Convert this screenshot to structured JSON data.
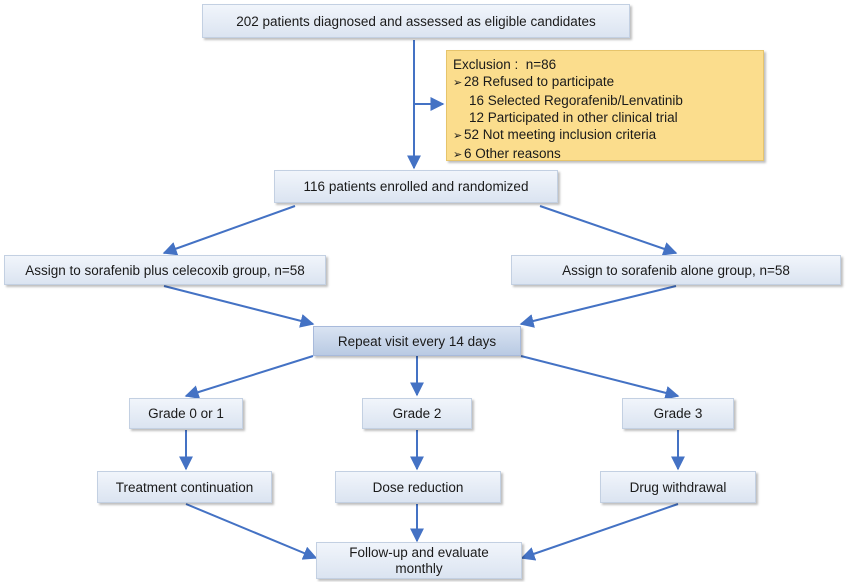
{
  "boxes": {
    "eligible": "202 patients diagnosed and assessed as eligible candidates",
    "enrolled": "116 patients enrolled and randomized",
    "combo_group": "Assign to sorafenib plus celecoxib group, n=58",
    "alone_group": "Assign to sorafenib alone group, n=58",
    "repeat_visit": "Repeat visit every 14 days",
    "grade01": "Grade 0 or 1",
    "grade2": "Grade 2",
    "grade3": "Grade 3",
    "continuation": "Treatment continuation",
    "dose_reduction": "Dose reduction",
    "withdrawal": "Drug withdrawal",
    "followup": "Follow-up and evaluate monthly"
  },
  "exclusion": {
    "title": "Exclusion :  n=86",
    "bullet_glyph": "➢",
    "items": [
      "28 Refused to participate",
      "16 Selected Regorafenib/Lenvatinib",
      "12 Participated in other clinical trial",
      "52 Not meeting inclusion criteria",
      "6 Other reasons"
    ]
  },
  "colors": {
    "arrow": "#4472c4",
    "box_fill": "#dbe4f1",
    "box_highlight": "#b9cae3",
    "exclusion_fill": "#fbdd8d"
  }
}
